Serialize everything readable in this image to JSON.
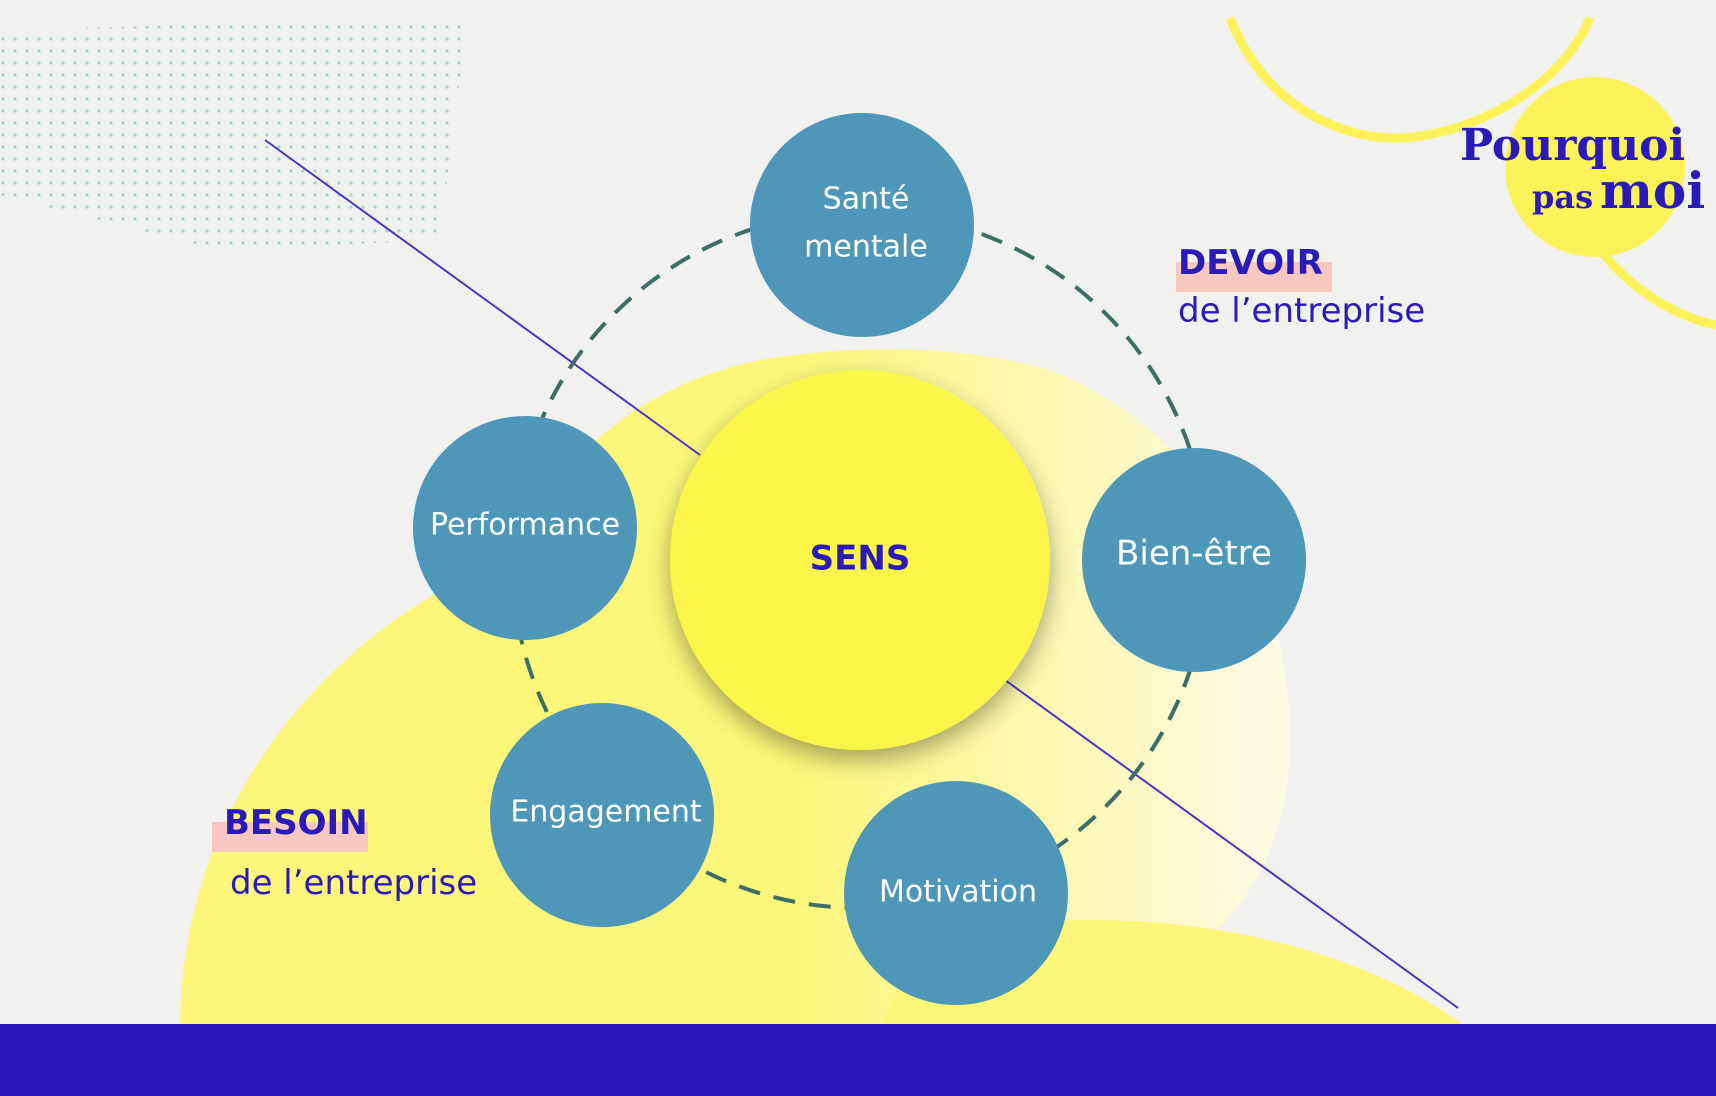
{
  "center": {
    "label": "SENS"
  },
  "nodes": [
    {
      "id": "sante-mentale",
      "lines": [
        "Santé",
        "mentale"
      ]
    },
    {
      "id": "bien-etre",
      "lines": [
        "Bien-être"
      ]
    },
    {
      "id": "motivation",
      "lines": [
        "Motivation"
      ]
    },
    {
      "id": "engagement",
      "lines": [
        "Engagement"
      ]
    },
    {
      "id": "performance",
      "lines": [
        "Performance"
      ]
    }
  ],
  "devoir": {
    "title": "DEVOIR",
    "subtitle": "de l’entreprise"
  },
  "besoin": {
    "title": "BESOIN",
    "subtitle": "de l’entreprise"
  },
  "logo": {
    "line1": "Pourquoi",
    "line2a": "pas",
    "line2b": "moi"
  },
  "colors": {
    "node": "#4e97b8",
    "center": "#fcf54a",
    "blob": "#fcf77a",
    "accent": "#2a1ab8",
    "highlight": "#f6c8c0",
    "dashed_ring": "#3a6e67",
    "footer": "#2a14b8"
  }
}
